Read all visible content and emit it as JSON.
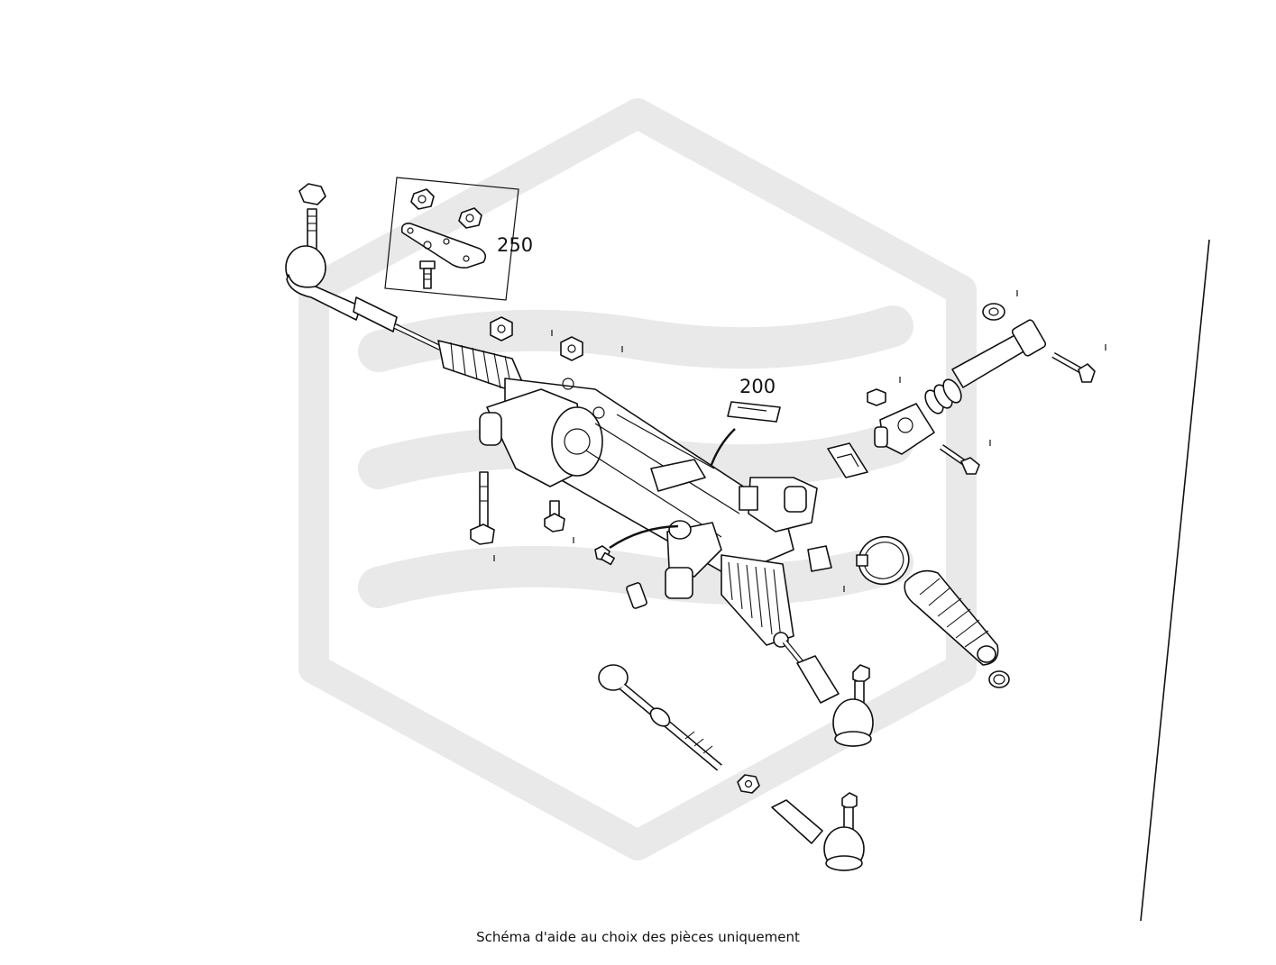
{
  "diagram": {
    "callouts": [
      {
        "id": "250",
        "label": "250"
      },
      {
        "id": "200",
        "label": "200"
      }
    ],
    "caption": "Schéma d'aide au choix des pièces uniquement",
    "watermark": "hexagon-logo-watermark",
    "colors": {
      "line": "#111111",
      "watermark": "#e9e9e9",
      "background": "#ffffff"
    }
  }
}
